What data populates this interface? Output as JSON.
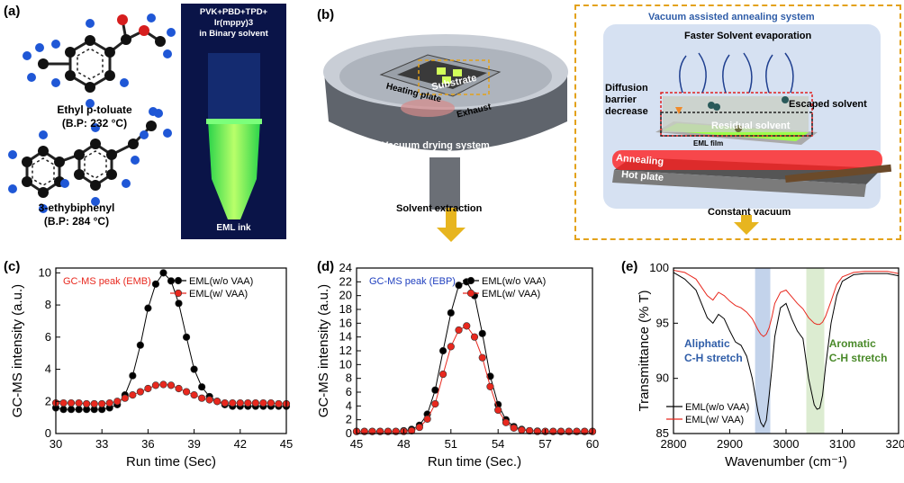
{
  "panels": {
    "a": {
      "label": "(a)",
      "mol1_name": "Ethyl p-toluate",
      "mol1_bp": "(B.P: 232 °C)",
      "mol2_name": "3-ethybiphenyl",
      "mol2_bp": "(B.P: 284 °C)",
      "vial_line1": "PVK+PBD+TPD+",
      "vial_line2": "Ir(mppy)3",
      "vial_line3": "in Binary solvent",
      "vial_caption": "EML ink"
    },
    "b": {
      "label": "(b)",
      "substrate": "Substrate",
      "heating_plate": "Heating plate",
      "exhaust": "Exhaust",
      "vacuum_drying": "Vacuum drying system",
      "solvent_extraction": "Solvent extraction",
      "inset_title": "Vacuum assisted annealing system",
      "faster_evap": "Faster Solvent evaporation",
      "diffusion1": "Diffusion",
      "diffusion2": "barrier",
      "diffusion3": "decrease",
      "escaped": "Escaped solvent",
      "residual": "Residual solvent",
      "eml_film": "EML film",
      "annealing": "Annealing",
      "hot_plate": "Hot plate",
      "constant_vacuum": "Constant vacuum"
    }
  },
  "colors": {
    "black_series": "#000000",
    "red_series": "#e8281e",
    "eml_title_c": "#e8281e",
    "eml_title_d": "#1f3fbf",
    "aliphatic_band": "#b9cbe8",
    "aromatic_band": "#d6e9c9",
    "aliphatic_text": "#2f5da8",
    "aromatic_text": "#4a8a2a",
    "inset_border": "#e3a21a"
  },
  "chart_data": [
    {
      "panel": "(c)",
      "type": "line",
      "title": "GC-MS peak (EMB)",
      "xlabel": "Run time (Sec)",
      "ylabel": "GC-MS intensity (a.u.)",
      "xlim": [
        30,
        45
      ],
      "ylim": [
        0,
        10.3
      ],
      "xticks": [
        "30",
        "33",
        "36",
        "39",
        "42",
        "45"
      ],
      "yticks": [
        "0",
        "2",
        "4",
        "6",
        "8",
        "10"
      ],
      "xtick_values": [
        30,
        33,
        36,
        39,
        42,
        45
      ],
      "ytick_values": [
        0,
        2,
        4,
        6,
        8,
        10
      ],
      "legend_placement": "top-right",
      "x": [
        30,
        30.5,
        31,
        31.5,
        32,
        32.5,
        33,
        33.5,
        34,
        34.5,
        35,
        35.5,
        36,
        36.5,
        37,
        37.5,
        38,
        38.5,
        39,
        39.5,
        40,
        40.5,
        41,
        41.5,
        42,
        42.5,
        43,
        43.5,
        44,
        44.5,
        45
      ],
      "series": [
        {
          "name": "EML(w/o VAA)",
          "color": "#000000",
          "values": [
            1.6,
            1.5,
            1.5,
            1.5,
            1.5,
            1.5,
            1.5,
            1.6,
            1.8,
            2.4,
            3.6,
            5.5,
            7.8,
            9.3,
            10.0,
            9.5,
            8.1,
            6.0,
            4.0,
            2.9,
            2.3,
            2.0,
            1.8,
            1.7,
            1.7,
            1.7,
            1.7,
            1.7,
            1.7,
            1.7,
            1.7
          ]
        },
        {
          "name": "EML(w/ VAA)",
          "color": "#e8281e",
          "values": [
            1.9,
            1.9,
            1.9,
            1.9,
            1.85,
            1.85,
            1.85,
            1.9,
            2.0,
            2.2,
            2.4,
            2.6,
            2.8,
            3.0,
            3.05,
            3.0,
            2.8,
            2.6,
            2.4,
            2.2,
            2.1,
            2.0,
            1.9,
            1.9,
            1.9,
            1.9,
            1.9,
            1.9,
            1.9,
            1.85,
            1.85
          ]
        }
      ]
    },
    {
      "panel": "(d)",
      "type": "line",
      "title": "GC-MS peak (EBP)",
      "xlabel": "Run time (Sec.)",
      "ylabel": "GC-MS intensity (a.u.)",
      "xlim": [
        45,
        60
      ],
      "ylim": [
        0,
        24
      ],
      "xticks": [
        "45",
        "48",
        "51",
        "54",
        "57",
        "60"
      ],
      "yticks": [
        "0",
        "2",
        "4",
        "6",
        "8",
        "10",
        "12",
        "14",
        "16",
        "18",
        "20",
        "22",
        "24"
      ],
      "xtick_values": [
        45,
        48,
        51,
        54,
        57,
        60
      ],
      "ytick_values": [
        0,
        2,
        4,
        6,
        8,
        10,
        12,
        14,
        16,
        18,
        20,
        22,
        24
      ],
      "legend_placement": "top-right",
      "x": [
        45,
        45.5,
        46,
        46.5,
        47,
        47.5,
        48,
        48.5,
        49,
        49.5,
        50,
        50.5,
        51,
        51.5,
        52,
        52.5,
        53,
        53.5,
        54,
        54.5,
        55,
        55.5,
        56,
        56.5,
        57,
        57.5,
        58,
        58.5,
        59,
        59.5,
        60
      ],
      "series": [
        {
          "name": "EML(w/o VAA)",
          "color": "#000000",
          "values": [
            0.3,
            0.3,
            0.3,
            0.3,
            0.3,
            0.3,
            0.4,
            0.6,
            1.2,
            2.8,
            6.3,
            12.0,
            17.5,
            21.5,
            22.0,
            20.0,
            14.5,
            8.3,
            4.2,
            2.0,
            1.0,
            0.6,
            0.4,
            0.35,
            0.3,
            0.3,
            0.3,
            0.3,
            0.3,
            0.3,
            0.3
          ]
        },
        {
          "name": "EML(w/ VAA)",
          "color": "#e8281e",
          "values": [
            0.3,
            0.3,
            0.3,
            0.3,
            0.3,
            0.3,
            0.3,
            0.4,
            0.9,
            2.1,
            4.3,
            8.6,
            12.6,
            15.0,
            15.6,
            14.0,
            11.0,
            6.8,
            3.4,
            1.6,
            0.8,
            0.5,
            0.4,
            0.3,
            0.3,
            0.3,
            0.3,
            0.3,
            0.3,
            0.3,
            0.3
          ]
        }
      ]
    },
    {
      "panel": "(e)",
      "type": "line",
      "title": "",
      "xlabel": "Wavenumber (cm⁻¹)",
      "ylabel": "Transmittance (% T)",
      "xlim": [
        2800,
        3200
      ],
      "ylim": [
        85,
        100
      ],
      "xticks": [
        "2800",
        "2900",
        "3000",
        "3100",
        "3200"
      ],
      "yticks": [
        "85",
        "90",
        "95",
        "100"
      ],
      "xtick_values": [
        2800,
        2900,
        3000,
        3100,
        3200
      ],
      "ytick_values": [
        85,
        90,
        95,
        100
      ],
      "legend_placement": "bottom-left",
      "band_labels": [
        {
          "line1": "Aliphatic",
          "line2": "C-H stretch"
        },
        {
          "line1": "Aromatic",
          "line2": "C-H stretch"
        }
      ],
      "bands": [
        [
          2945,
          2972
        ],
        [
          3036,
          3068
        ]
      ],
      "x": [
        2800,
        2820,
        2840,
        2860,
        2870,
        2880,
        2890,
        2900,
        2910,
        2920,
        2930,
        2940,
        2950,
        2955,
        2960,
        2965,
        2970,
        2975,
        2980,
        2990,
        3000,
        3010,
        3020,
        3030,
        3040,
        3050,
        3055,
        3060,
        3065,
        3070,
        3080,
        3090,
        3100,
        3120,
        3140,
        3160,
        3180,
        3200
      ],
      "series": [
        {
          "name": "EML(w/o VAA)",
          "color": "#000000",
          "values": [
            99.6,
            99.0,
            98.0,
            95.5,
            95.0,
            95.8,
            95.4,
            94.3,
            93.3,
            93.0,
            92.0,
            90.0,
            87.0,
            86.0,
            85.6,
            86.2,
            88.5,
            91.0,
            93.8,
            96.4,
            96.8,
            95.4,
            94.3,
            93.6,
            90.0,
            87.6,
            87.2,
            87.3,
            88.5,
            91.0,
            95.0,
            97.5,
            98.8,
            99.4,
            99.5,
            99.5,
            99.5,
            99.3
          ]
        },
        {
          "name": "EML(w/ VAA)",
          "color": "#e8281e",
          "values": [
            99.8,
            99.6,
            99.0,
            97.5,
            97.1,
            97.8,
            97.5,
            97.0,
            96.6,
            96.4,
            96.0,
            95.4,
            94.4,
            94.0,
            93.8,
            94.0,
            94.6,
            95.6,
            96.8,
            97.8,
            98.0,
            97.4,
            96.8,
            96.3,
            95.5,
            95.0,
            94.9,
            94.9,
            95.1,
            95.6,
            97.0,
            98.5,
            99.2,
            99.6,
            99.7,
            99.7,
            99.7,
            99.5
          ]
        }
      ]
    }
  ],
  "panel_labels": {
    "c": "(c)",
    "d": "(d)",
    "e": "(e)"
  }
}
